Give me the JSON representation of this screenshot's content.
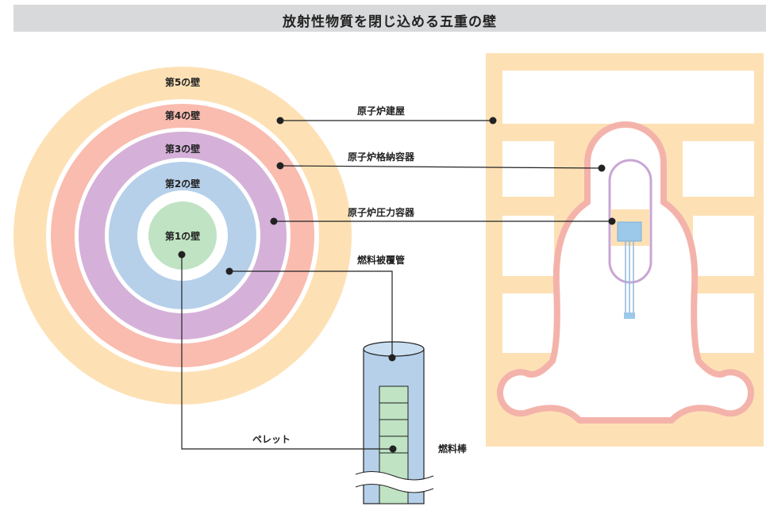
{
  "title": "放射性物質を閉じ込める五重の壁",
  "walls": {
    "w5": "第5の壁",
    "w4": "第4の壁",
    "w3": "第3の壁",
    "w2": "第2の壁",
    "w1": "第1の壁"
  },
  "callouts": {
    "reactor_building": "原子炉建屋",
    "containment_vessel": "原子炉格納容器",
    "pressure_vessel": "原子炉圧力容器",
    "cladding": "燃料被覆管",
    "pellet": "ペレット",
    "fuel_rod": "燃料棒"
  },
  "colors": {
    "wall5": "#fde1b5",
    "wall4": "#f9bcaf",
    "wall3": "#d5b1d9",
    "wall2": "#b6d0ea",
    "wall1": "#bfe3c3",
    "leader_line": "#222222"
  }
}
